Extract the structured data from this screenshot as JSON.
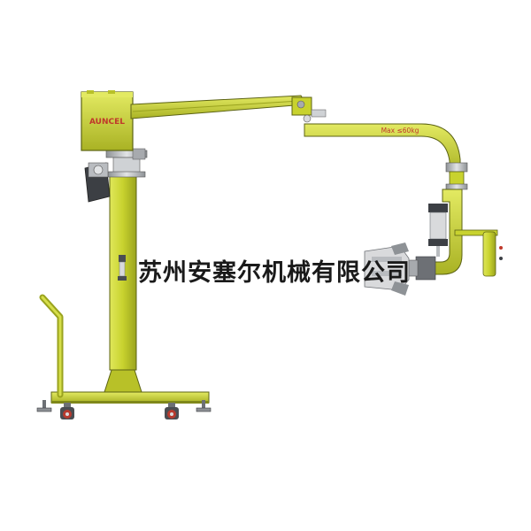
{
  "product": {
    "brand_logo": "AUNCEL",
    "arm_label": "Max ≤60kg",
    "company_watermark": "苏州安塞尔机械有限公司"
  },
  "colors": {
    "body": "#c8d22e",
    "body_shadow": "#9aa31e",
    "outline": "#5c6314",
    "steel": "#b9bcc0",
    "dark": "#3c3f44",
    "wheel_red": "#b83a2e"
  }
}
